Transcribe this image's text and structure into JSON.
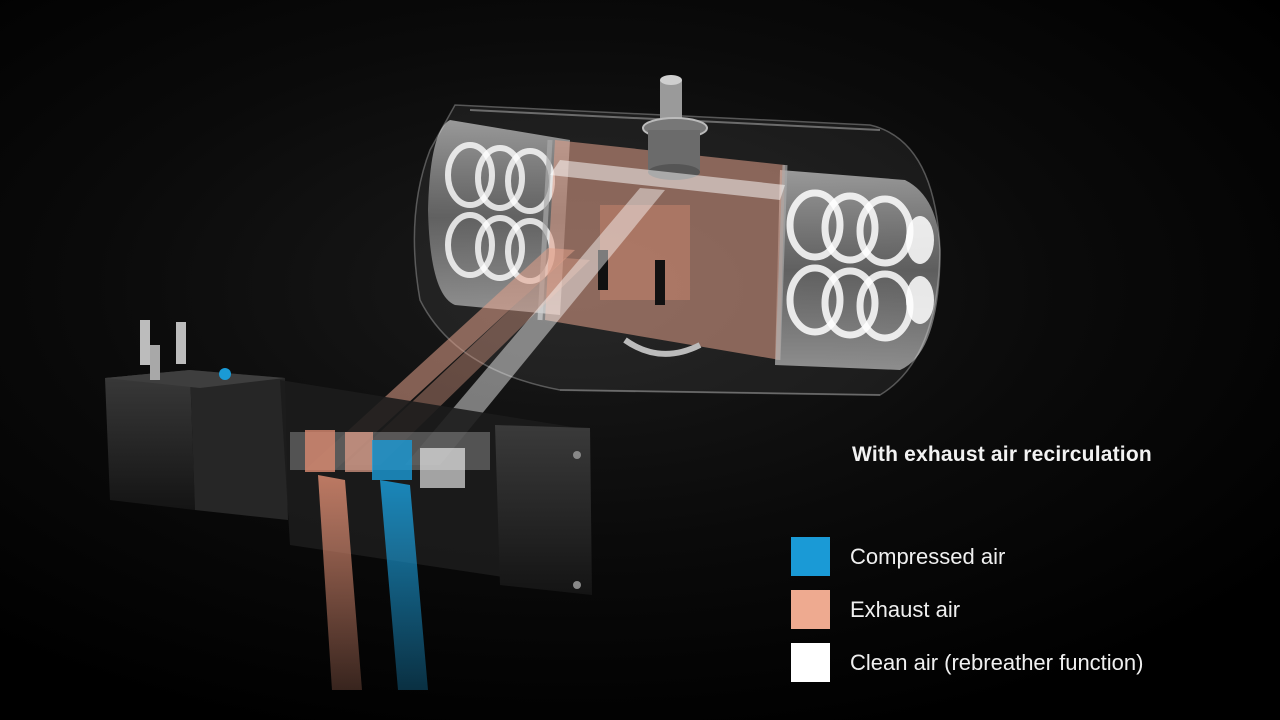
{
  "caption": "With exhaust air recirculation",
  "legend": [
    {
      "label": "Compressed air",
      "color": "#1a9ad6"
    },
    {
      "label": "Exhaust air",
      "color": "#eeaa90"
    },
    {
      "label": "Clean air (rebreather function)",
      "color": "#ffffff"
    }
  ],
  "colors": {
    "background": "#000000",
    "compressed_air": "#1a9ad6",
    "exhaust_air": "#eeaa90",
    "clean_air": "#ffffff"
  }
}
